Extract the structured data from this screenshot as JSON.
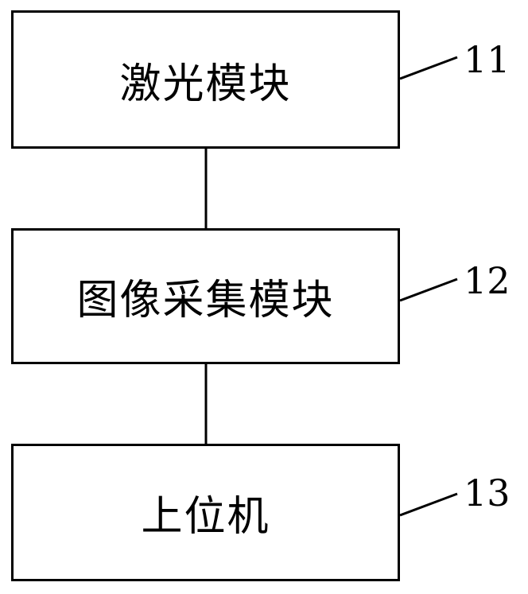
{
  "blocks": [
    {
      "id": "11",
      "label": "激光模块"
    },
    {
      "id": "12",
      "label": "图像采集模块"
    },
    {
      "id": "13",
      "label": "上位机"
    }
  ],
  "refs": {
    "r11": "11",
    "r12": "12",
    "r13": "13"
  }
}
